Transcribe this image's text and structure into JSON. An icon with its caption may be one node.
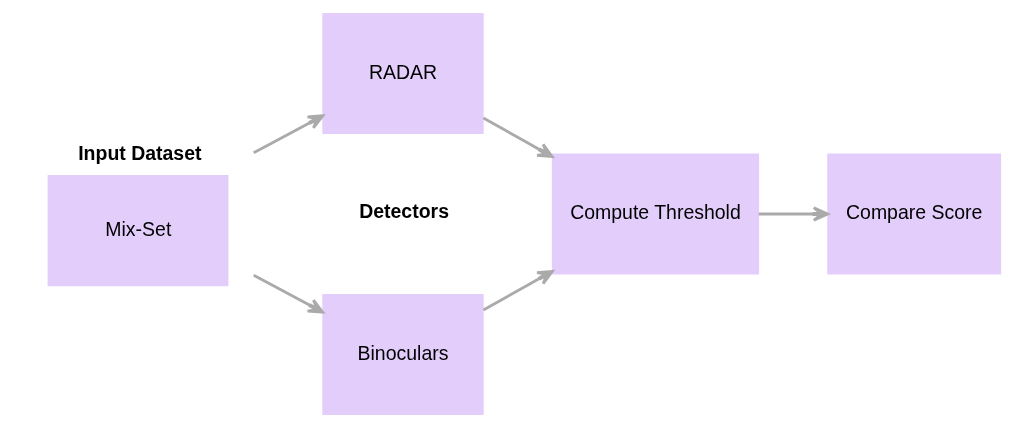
{
  "diagram": {
    "nodes": [
      {
        "text": [
          "Input Dataset",
          "Mix-Set"
        ]
      },
      {
        "text": [
          "Binoculars"
        ]
      },
      {
        "text": [
          "RADAR"
        ]
      },
      {
        "text": [
          "Compute Threshold"
        ]
      },
      {
        "text": [
          "Compare Score"
        ]
      }
    ],
    "edges": [
      {
        "from": 0,
        "to": 1,
        "arrow": "to"
      },
      {
        "from": 0,
        "to": 2,
        "arrow": "to"
      },
      {
        "from": 1,
        "to": 3,
        "arrow": "to"
      },
      {
        "from": 2,
        "to": 3,
        "arrow": "to"
      },
      {
        "from": 3,
        "to": 4,
        "arrow": "to"
      }
    ],
    "labels": [
      "Detectors"
    ]
  }
}
